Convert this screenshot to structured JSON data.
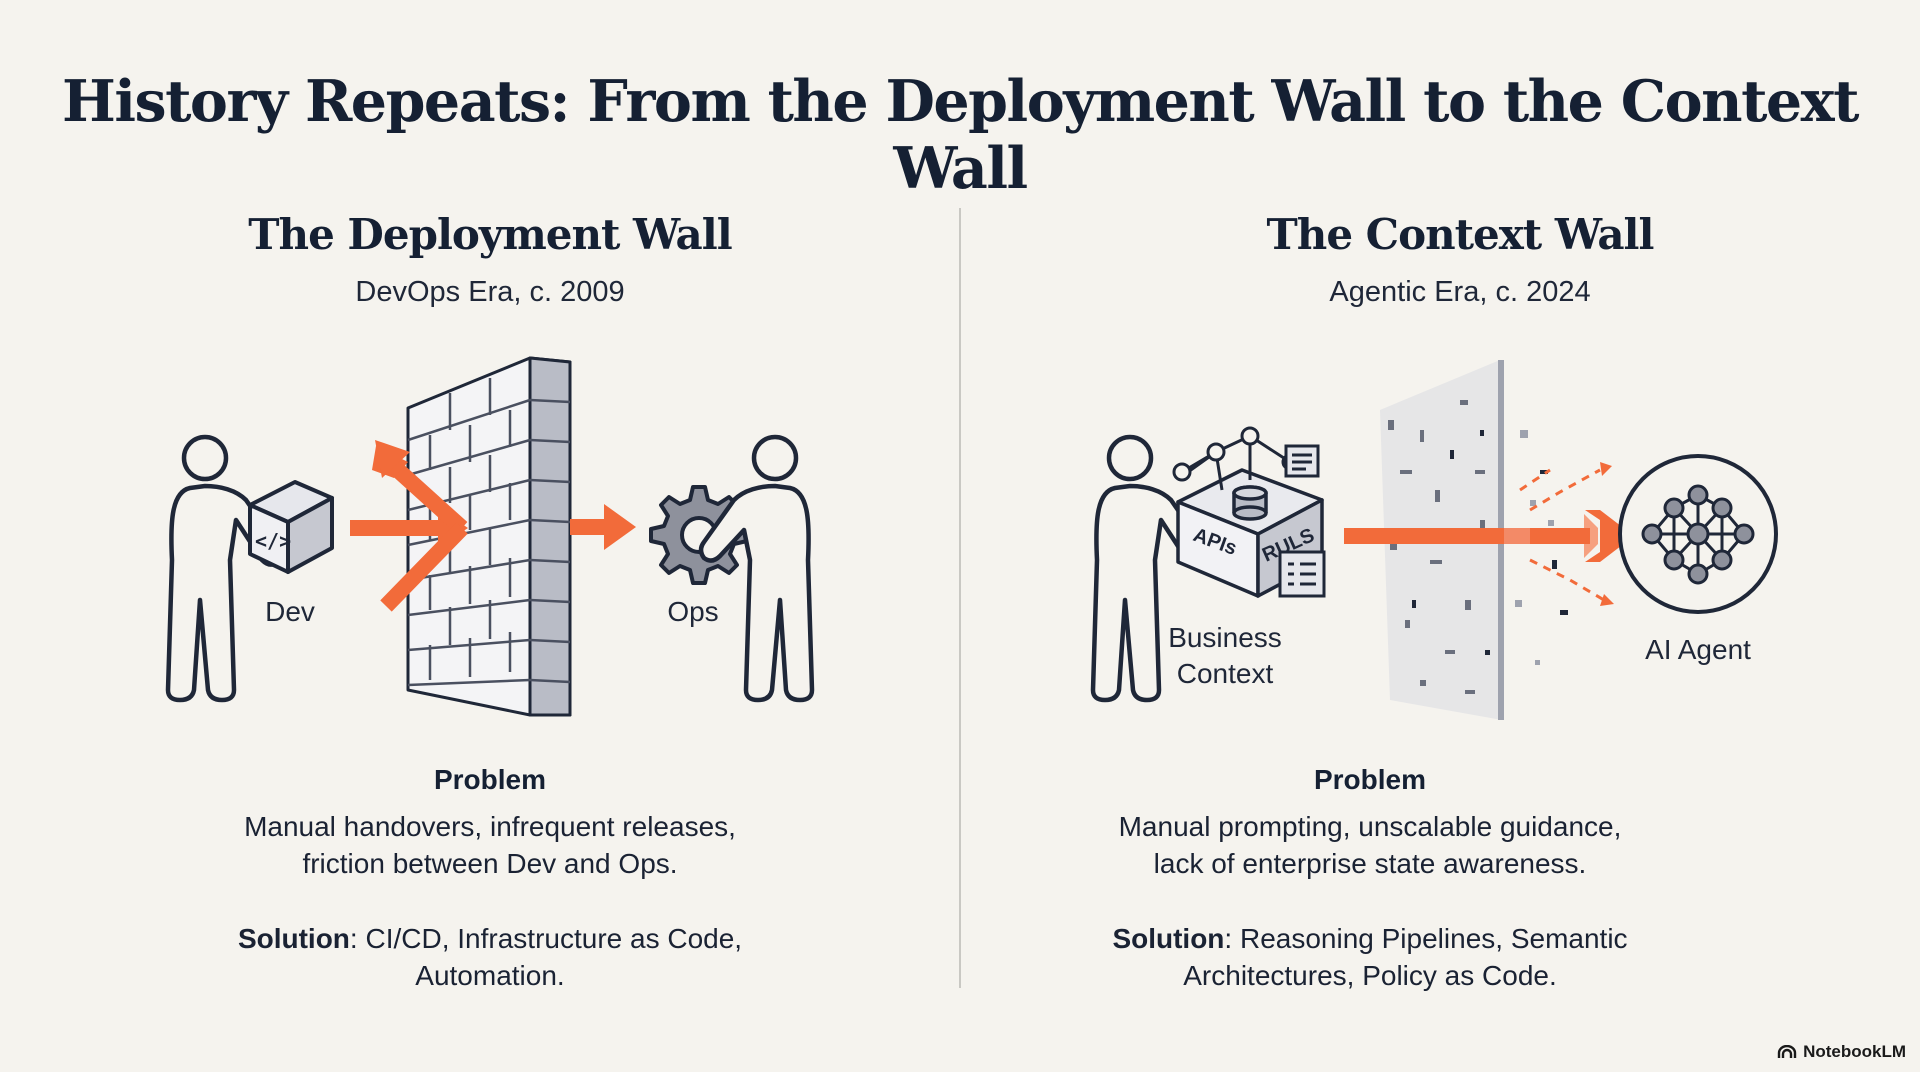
{
  "title": "History Repeats: From the Deployment Wall to the Context Wall",
  "left": {
    "title": "The Deployment Wall",
    "era": "DevOps Era, c. 2009",
    "label_dev": "Dev",
    "label_ops": "Ops",
    "box_icon_text": "</>",
    "problem_heading": "Problem",
    "problem_line1": "Manual handovers, infrequent releases,",
    "problem_line2": "friction between Dev and Ops.",
    "solution_label": "Solution",
    "solution_line1": ": CI/CD, Infrastructure as Code,",
    "solution_line2": "Automation."
  },
  "right": {
    "title": "The Context Wall",
    "era": "Agentic Era, c. 2024",
    "label_business_line1": "Business",
    "label_business_line2": "Context",
    "label_agent": "AI Agent",
    "box_text_apis": "APIs",
    "box_text_rules": "RULS",
    "problem_heading": "Problem",
    "problem_line1": "Manual prompting, unscalable guidance,",
    "problem_line2": "lack of enterprise state awareness.",
    "solution_label": "Solution",
    "solution_line1": ": Reasoning Pipelines, Semantic",
    "solution_line2": "Architectures, Policy as Code."
  },
  "brand": "NotebookLM",
  "colors": {
    "accent": "#f26b3a",
    "ink": "#152033",
    "wall": "#c7c9d2",
    "background": "#f5f3ee"
  }
}
